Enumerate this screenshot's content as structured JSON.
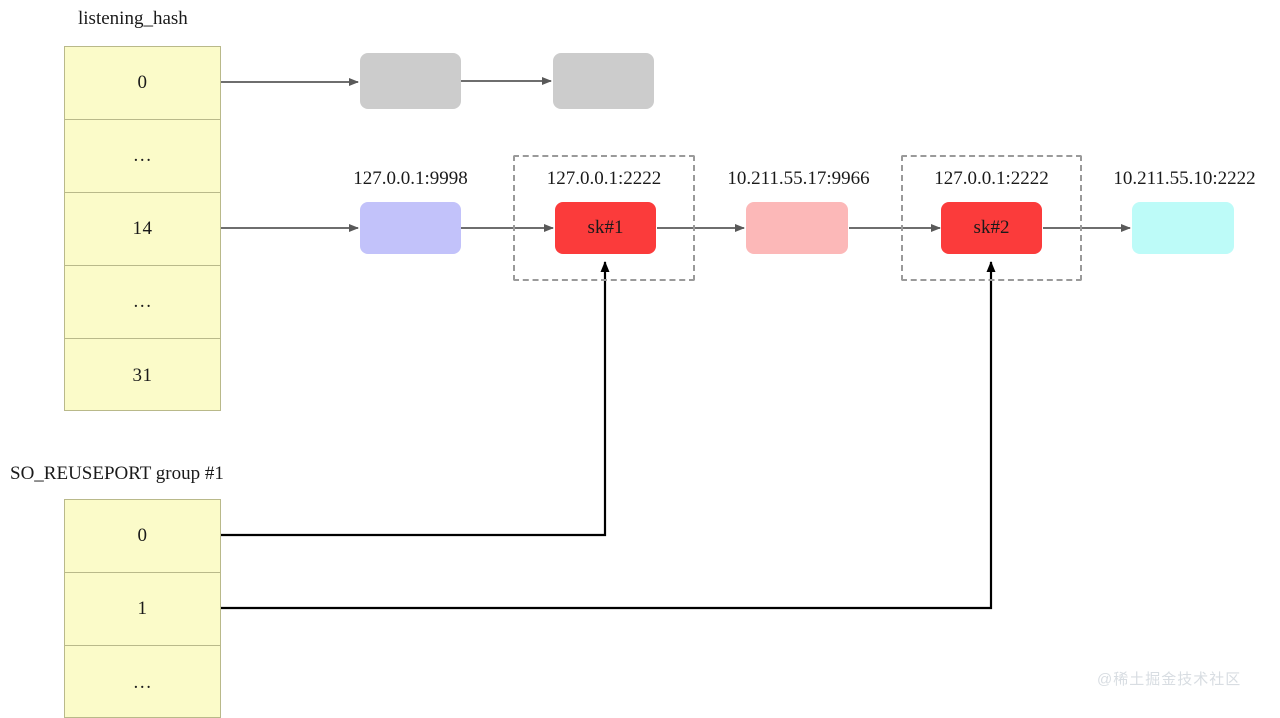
{
  "diagram": {
    "listening_hash": {
      "title": "listening_hash",
      "rows": [
        "0",
        "…",
        "14",
        "…",
        "31"
      ]
    },
    "reuseport_group": {
      "title": "SO_REUSEPORT group #1",
      "rows": [
        "0",
        "1",
        "…"
      ]
    },
    "bucket0_chain": [
      {
        "id": "gray-node-1",
        "label": "",
        "color": "#cccccc"
      },
      {
        "id": "gray-node-2",
        "label": "",
        "color": "#cccccc"
      }
    ],
    "bucket14_chain": [
      {
        "id": "sock-9998",
        "addr": "127.0.0.1:9998",
        "label": "",
        "color": "#c2c2fa",
        "grouped": false
      },
      {
        "id": "sock-sk1",
        "addr": "127.0.0.1:2222",
        "label": "sk#1",
        "color": "#fb3b3b",
        "grouped": true
      },
      {
        "id": "sock-9966",
        "addr": "10.211.55.17:9966",
        "label": "",
        "color": "#fcb8b8",
        "grouped": false
      },
      {
        "id": "sock-sk2",
        "addr": "127.0.0.1:2222",
        "label": "sk#2",
        "color": "#fb3b3b",
        "grouped": true
      },
      {
        "id": "sock-55-10",
        "addr": "10.211.55.10:2222",
        "label": "",
        "color": "#bdfbf8",
        "grouped": false
      }
    ],
    "colors": {
      "table_fill": "#fbfbc9",
      "table_border": "#b9b98a",
      "arrow": "#595959",
      "pointer": "#000000",
      "dashed_border": "#9a9a9a"
    },
    "watermark": "@稀土掘金技术社区"
  }
}
